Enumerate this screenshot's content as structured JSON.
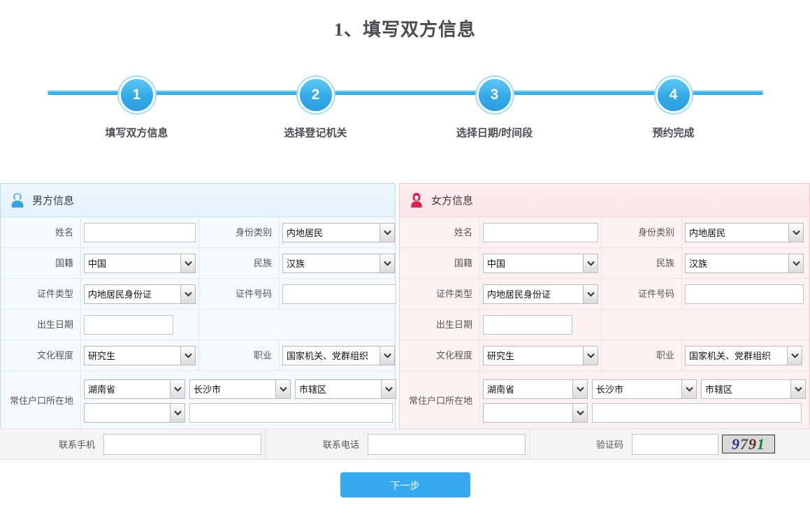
{
  "page": {
    "title": "1、填写双方信息"
  },
  "stepper": {
    "steps": [
      {
        "number": "1",
        "label": "填写双方信息"
      },
      {
        "number": "2",
        "label": "选择登记机关"
      },
      {
        "number": "3",
        "label": "选择日期/时间段"
      },
      {
        "number": "4",
        "label": "预约完成"
      }
    ],
    "active_index": 0,
    "line_color": "#39b3ec",
    "circle_color": "#33a9e8"
  },
  "male_panel": {
    "title": "男方信息",
    "icon": "male-avatar-icon",
    "accent_color": "#bcd9ee",
    "background": "#f4fafd",
    "labels": {
      "name": "姓名",
      "identity_type": "身份类别",
      "nationality": "国籍",
      "ethnicity": "民族",
      "id_type": "证件类型",
      "id_number": "证件号码",
      "birth_date": "出生日期",
      "education": "文化程度",
      "occupation": "职业",
      "residence": "常住户口所在地"
    },
    "values": {
      "name": "",
      "identity_type": "内地居民",
      "nationality": "中国",
      "ethnicity": "汉族",
      "id_type": "内地居民身份证",
      "id_number": "",
      "birth_date": "",
      "education": "研究生",
      "occupation": "国家机关、党群组织",
      "residence_province": "湖南省",
      "residence_city": "长沙市",
      "residence_district": "市辖区",
      "residence_street": "",
      "residence_detail": ""
    }
  },
  "female_panel": {
    "title": "女方信息",
    "icon": "female-avatar-icon",
    "accent_color": "#f0c8cf",
    "background": "#fdf2f3",
    "labels": {
      "name": "姓名",
      "identity_type": "身份类别",
      "nationality": "国籍",
      "ethnicity": "民族",
      "id_type": "证件类型",
      "id_number": "证件号码",
      "birth_date": "出生日期",
      "education": "文化程度",
      "occupation": "职业",
      "residence": "常住户口所在地"
    },
    "values": {
      "name": "",
      "identity_type": "内地居民",
      "nationality": "中国",
      "ethnicity": "汉族",
      "id_type": "内地居民身份证",
      "id_number": "",
      "birth_date": "",
      "education": "研究生",
      "occupation": "国家机关、党群组织",
      "residence_province": "湖南省",
      "residence_city": "长沙市",
      "residence_district": "市辖区",
      "residence_street": "",
      "residence_detail": ""
    }
  },
  "contact_bar": {
    "mobile_label": "联系手机",
    "mobile_value": "",
    "phone_label": "联系电话",
    "phone_value": "",
    "captcha_label": "验证码",
    "captcha_value": "",
    "captcha_code": "9791",
    "captcha_digits": [
      "9",
      "7",
      "9",
      "1"
    ]
  },
  "footer": {
    "next_label": "下一步",
    "next_color": "#35aaf0"
  }
}
